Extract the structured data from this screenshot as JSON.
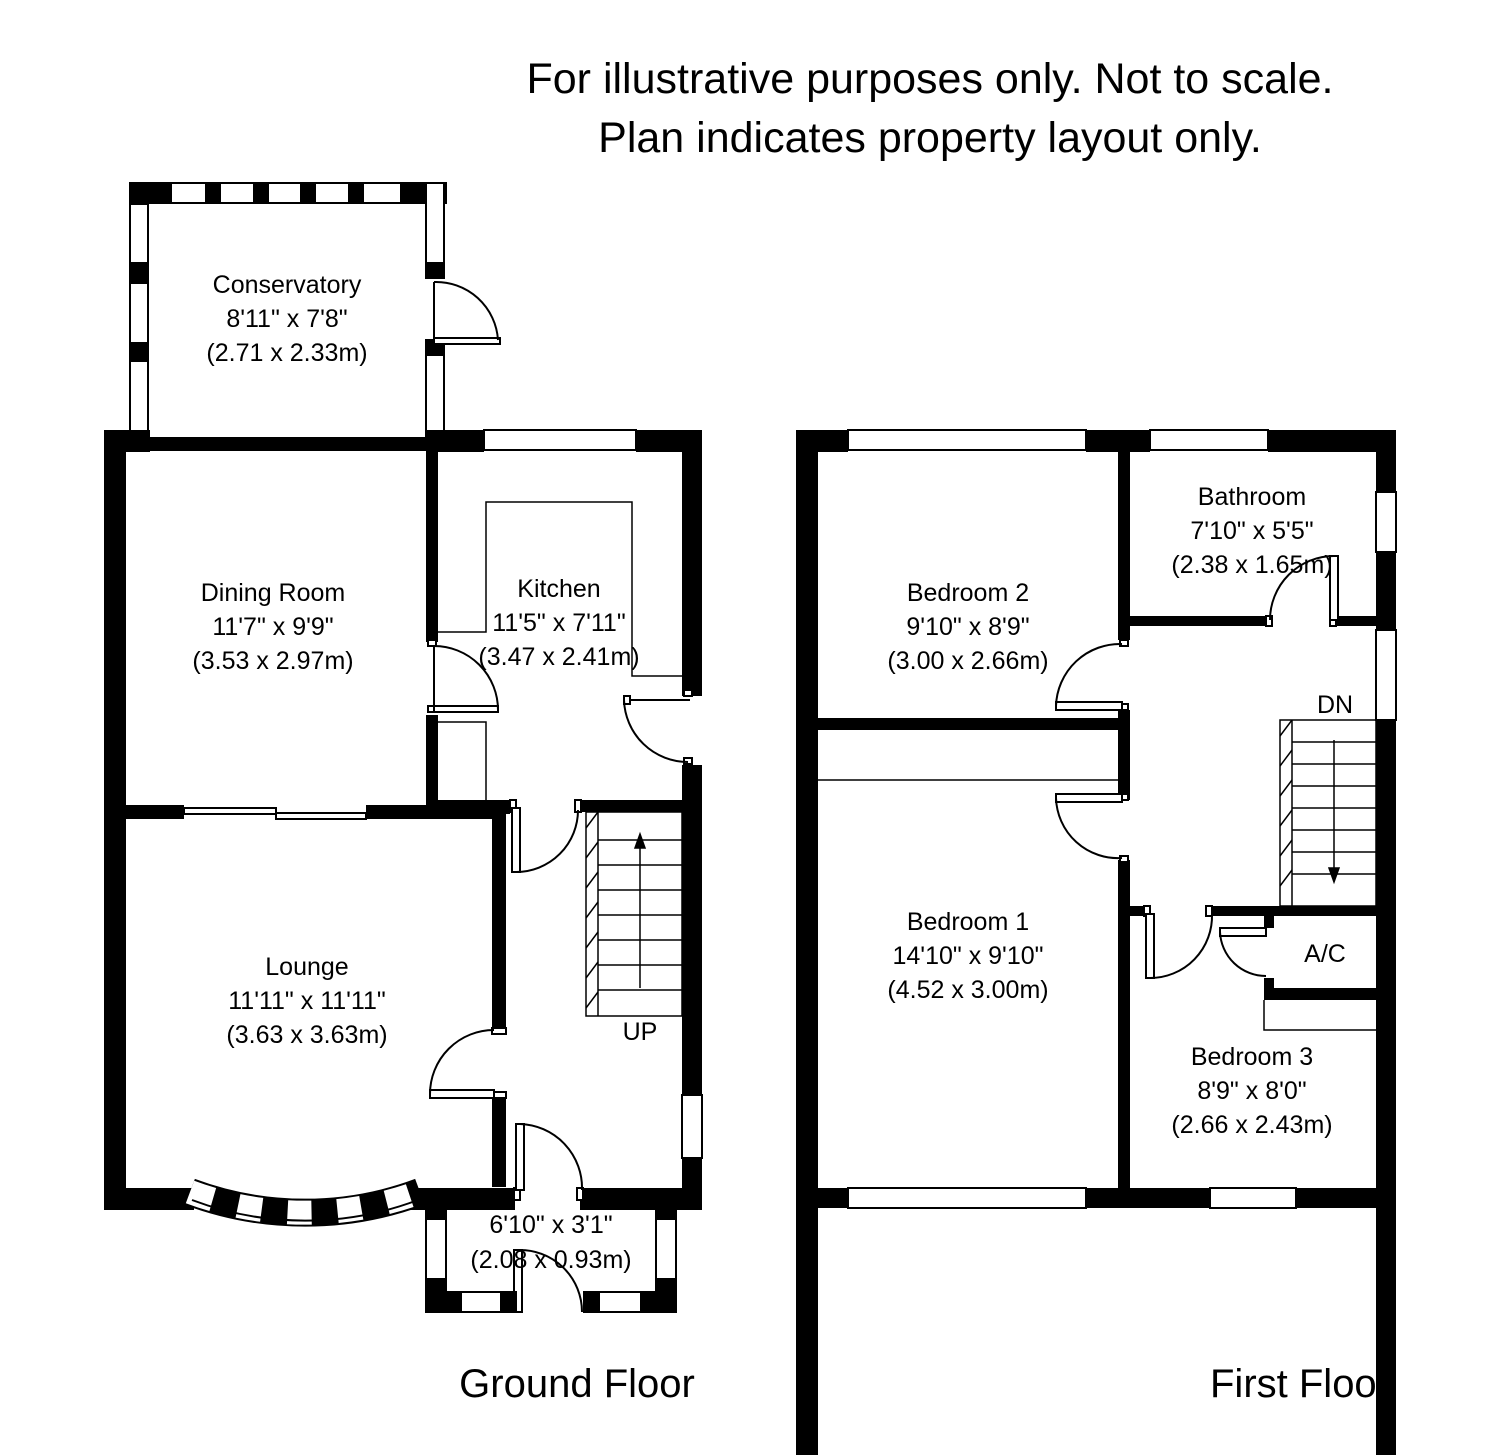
{
  "disclaimer": {
    "line1": "For illustrative purposes only. Not to scale.",
    "line2": "Plan indicates property layout only."
  },
  "ground_floor": {
    "title": "Ground Floor",
    "stairs_label": "UP",
    "rooms": {
      "conservatory": {
        "name": "Conservatory",
        "imperial": "8'11\" x 7'8\"",
        "metric": "(2.71 x 2.33m)"
      },
      "dining": {
        "name": "Dining Room",
        "imperial": "11'7\" x 9'9\"",
        "metric": "(3.53 x 2.97m)"
      },
      "kitchen": {
        "name": "Kitchen",
        "imperial": "11'5\" x 7'11\"",
        "metric": "(3.47 x 2.41m)"
      },
      "lounge": {
        "name": "Lounge",
        "imperial": "11'11\" x 11'11\"",
        "metric": "(3.63 x 3.63m)"
      },
      "porch": {
        "imperial": "6'10\" x 3'1\"",
        "metric": "(2.08 x 0.93m)"
      }
    }
  },
  "first_floor": {
    "title": "First Floor",
    "stairs_label": "DN",
    "rooms": {
      "bedroom2": {
        "name": "Bedroom 2",
        "imperial": "9'10\" x 8'9\"",
        "metric": "(3.00 x 2.66m)"
      },
      "bathroom": {
        "name": "Bathroom",
        "imperial": "7'10\" x 5'5\"",
        "metric": "(2.38 x 1.65m)"
      },
      "bedroom1": {
        "name": "Bedroom 1",
        "imperial": "14'10\" x 9'10\"",
        "metric": "(4.52 x 3.00m)"
      },
      "ac": {
        "name": "A/C"
      },
      "bedroom3": {
        "name": "Bedroom 3",
        "imperial": "8'9\" x 8'0\"",
        "metric": "(2.66 x 2.43m)"
      }
    }
  },
  "colors": {
    "wall": "#000000",
    "background": "#ffffff"
  }
}
